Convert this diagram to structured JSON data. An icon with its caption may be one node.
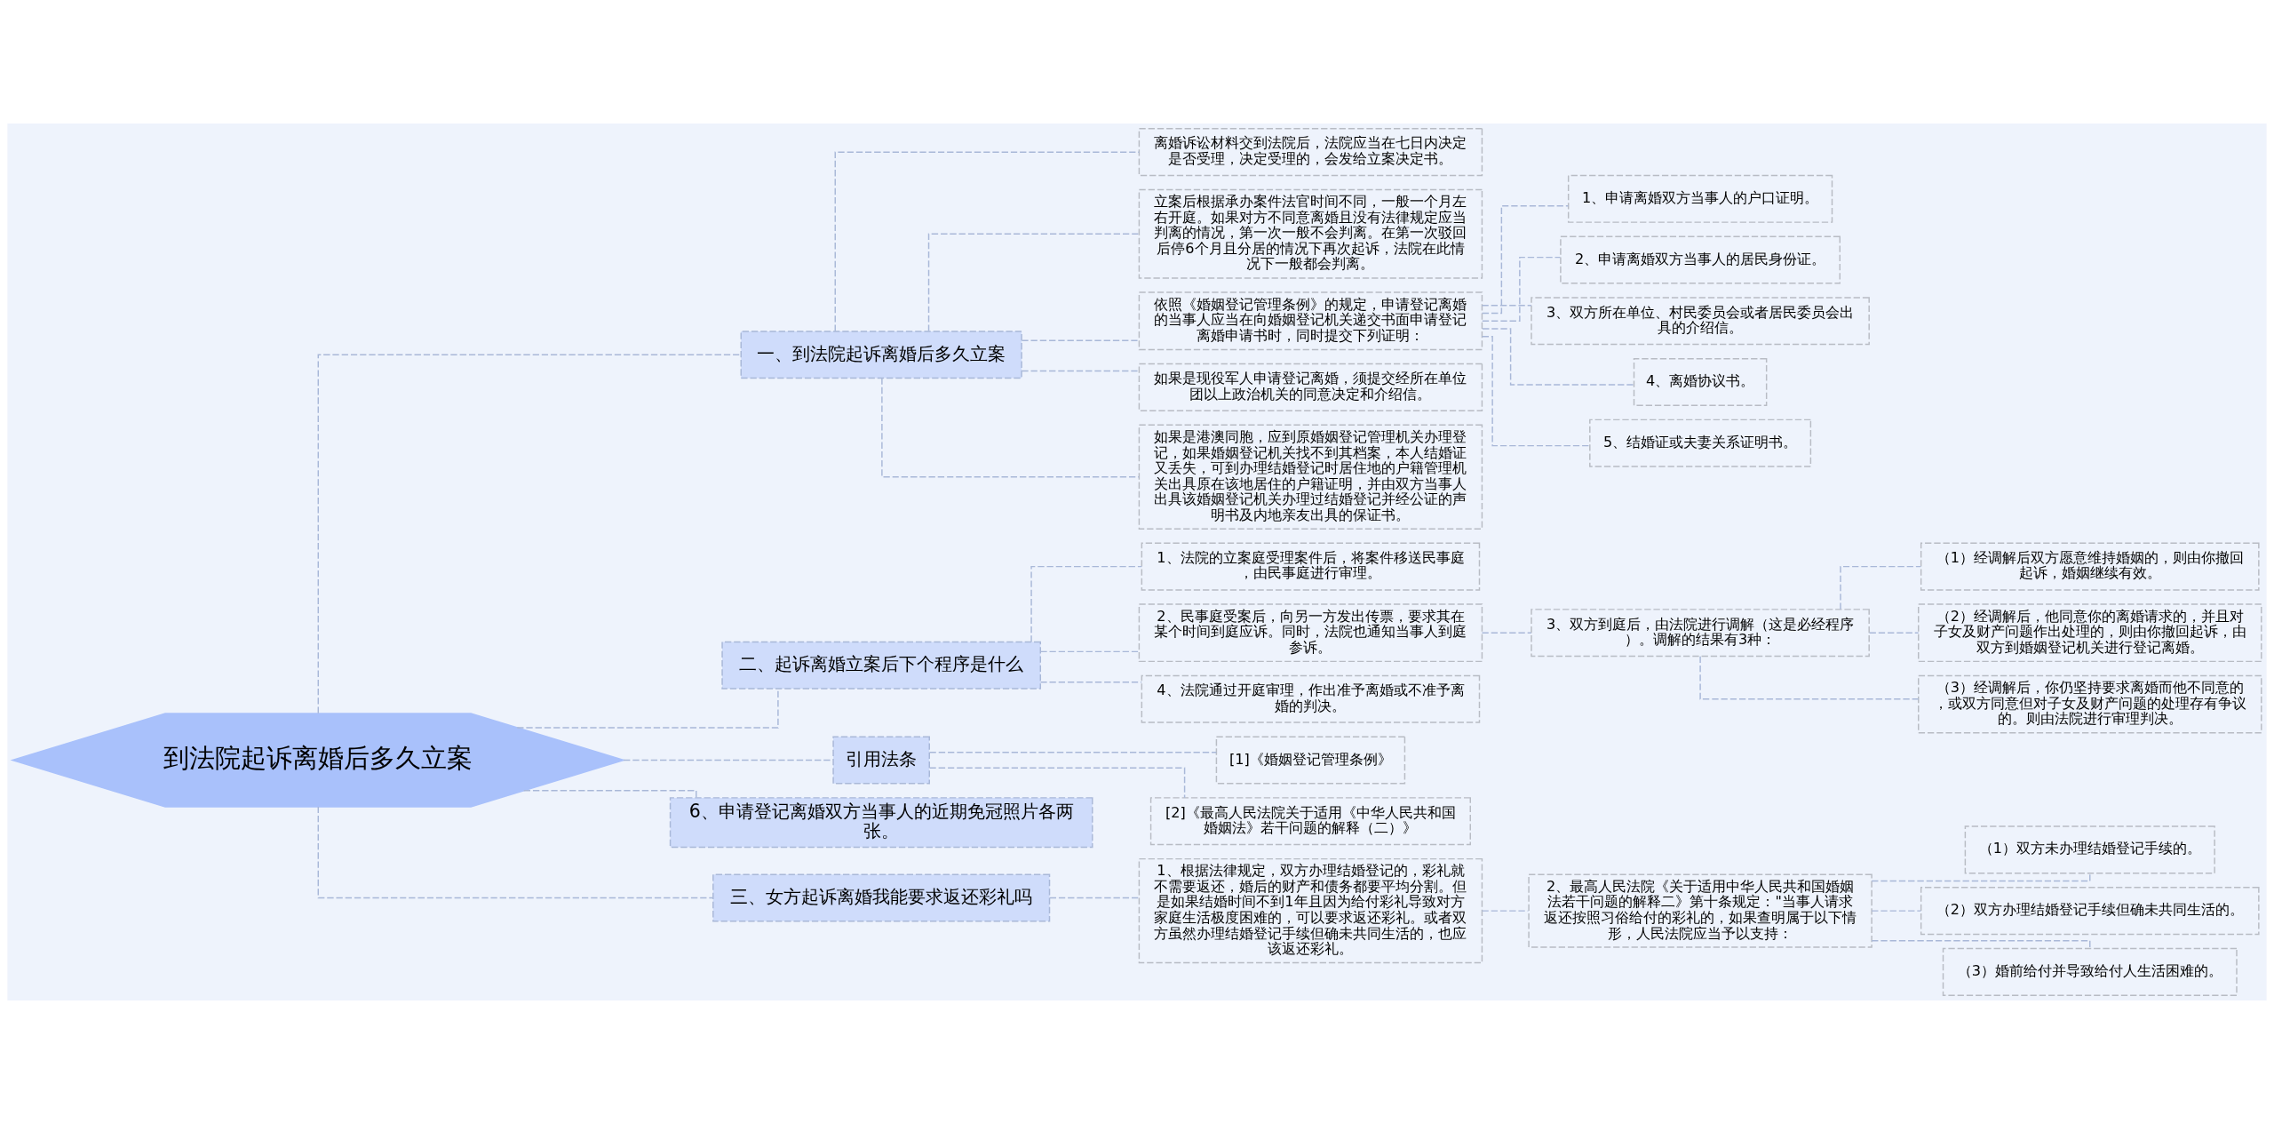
{
  "diagram": {
    "nodes": [
      {
        "text": [
          "到法院起诉离婚后多久立案"
        ]
      },
      {
        "text": [
          "一、到法院起诉离婚后多久立案"
        ]
      },
      {
        "text": [
          "离婚诉讼材料交到法院后，法院应当在七日内决定是否受理，决定受理的，会发给立案决定书。"
        ]
      },
      {
        "text": [
          "立案后根据承办案件法官时间不同，一般一个月左右开庭。如果对方不同意离婚且没有法律规定应当判离的情况，第一次一般不会判离。在第一次驳回后停6个月且分居的情况下再次起诉，法院在此情况下一般都会判离。"
        ]
      },
      {
        "text": [
          "依照《婚姻登记管理条例》的规定，申请登记离婚的当事人应当在向婚姻登记机关递交书面申请登记离婚申请书时，同时提交下列证明："
        ]
      },
      {
        "text": [
          "1、申请离婚双方当事人的户口证明。"
        ]
      },
      {
        "text": [
          "2、申请离婚双方当事人的居民身份证。"
        ]
      },
      {
        "text": [
          "3、双方所在单位、村民委员会或者居民委员会出具的介绍信。"
        ]
      },
      {
        "text": [
          "4、离婚协议书。"
        ]
      },
      {
        "text": [
          "5、结婚证或夫妻关系证明书。"
        ]
      },
      {
        "text": [
          "如果是现役军人申请登记离婚，须提交经所在单位团以上政治机关的同意决定和介绍信。"
        ]
      },
      {
        "text": [
          "如果是港澳同胞，应到原婚姻登记管理机关办理登记，如果婚姻登记机关找不到其档案，本人结婚证又丢失，可到办理结婚登记时居住地的户籍管理机关出具原在该地居住的户籍证明，并由双方当事人出具该婚姻登记机关办理过结婚登记并经公证的声明书及内地亲友出具的保证书。"
        ]
      },
      {
        "text": [
          "二、起诉离婚立案后下个程序是什么"
        ]
      },
      {
        "text": [
          "1、法院的立案庭受理案件后，将案件移送民事庭，由民事庭进行审理。"
        ]
      },
      {
        "text": [
          "2、民事庭受案后，向另一方发出传票，要求其在某个时间到庭应诉。同时，法院也通知当事人到庭参诉。"
        ]
      },
      {
        "text": [
          "3、双方到庭后，由法院进行调解（这是必经程序）。调解的结果有3种："
        ]
      },
      {
        "text": [
          "（1）经调解后双方愿意维持婚姻的，则由你撤回起诉，婚姻继续有效。"
        ]
      },
      {
        "text": [
          "（2）经调解后，他同意你的离婚请求的，并且对子女及财产问题作出处理的，则由你撤回起诉，由双方到婚姻登记机关进行登记离婚。"
        ]
      },
      {
        "text": [
          "（3）经调解后，你仍坚持要求离婚而他不同意的，或双方同意但对子女及财产问题的处理存有争议的。则由法院进行审理判决。"
        ]
      },
      {
        "text": [
          "4、法院通过开庭审理，作出准予离婚或不准予离婚的判决。"
        ]
      },
      {
        "text": [
          "引用法条"
        ]
      },
      {
        "text": [
          "[1]《婚姻登记管理条例》"
        ]
      },
      {
        "text": [
          "[2]《最高人民法院关于适用《中华人民共和国婚姻法》若干问题的解释（二）》"
        ]
      },
      {
        "text": [
          "6、申请登记离婚双方当事人的近期免冠照片各两张。"
        ]
      },
      {
        "text": [
          "三、女方起诉离婚我能要求返还彩礼吗"
        ]
      },
      {
        "text": [
          "1、根据法律规定，双方办理结婚登记的，彩礼就不需要返还，婚后的财产和债务都要平均分割。但是如果结婚时间不到1年且因为给付彩礼导致对方家庭生活极度困难的，可以要求返还彩礼。或者双方虽然办理结婚登记手续但确未共同生活的，也应该返还彩礼。"
        ]
      },
      {
        "text": [
          "2、最高人民法院《关于适用中华人民共和国婚姻法若干问题的解释二》第十条规定：\"当事人请求返还按照习俗给付的彩礼的，如果查明属于以下情形，人民法院应当予以支持："
        ]
      },
      {
        "text": [
          "（1）双方未办理结婚登记手续的。"
        ]
      },
      {
        "text": [
          "（2）双方办理结婚登记手续但确未共同生活的。"
        ]
      },
      {
        "text": [
          "（3）婚前给付并导致给付人生活困难的。"
        ]
      }
    ],
    "edges": [
      {
        "from": 0,
        "to": 1,
        "arrow": "none",
        "style": "dashed"
      },
      {
        "from": 1,
        "to": 2,
        "arrow": "none",
        "style": "dashed"
      },
      {
        "from": 1,
        "to": 3,
        "arrow": "none",
        "style": "dashed"
      },
      {
        "from": 1,
        "to": 4,
        "arrow": "none",
        "style": "dashed"
      },
      {
        "from": 4,
        "to": 5,
        "arrow": "none",
        "style": "dashed"
      },
      {
        "from": 4,
        "to": 6,
        "arrow": "none",
        "style": "dashed"
      },
      {
        "from": 4,
        "to": 7,
        "arrow": "none",
        "style": "dashed"
      },
      {
        "from": 4,
        "to": 8,
        "arrow": "none",
        "style": "dashed"
      },
      {
        "from": 4,
        "to": 9,
        "arrow": "none",
        "style": "dashed"
      },
      {
        "from": 1,
        "to": 10,
        "arrow": "none",
        "style": "dashed"
      },
      {
        "from": 1,
        "to": 11,
        "arrow": "none",
        "style": "dashed"
      },
      {
        "from": 0,
        "to": 12,
        "arrow": "none",
        "style": "dashed"
      },
      {
        "from": 12,
        "to": 13,
        "arrow": "none",
        "style": "dashed"
      },
      {
        "from": 12,
        "to": 14,
        "arrow": "none",
        "style": "dashed"
      },
      {
        "from": 14,
        "to": 15,
        "arrow": "none",
        "style": "dashed"
      },
      {
        "from": 15,
        "to": 16,
        "arrow": "none",
        "style": "dashed"
      },
      {
        "from": 15,
        "to": 17,
        "arrow": "none",
        "style": "dashed"
      },
      {
        "from": 15,
        "to": 18,
        "arrow": "none",
        "style": "dashed"
      },
      {
        "from": 12,
        "to": 19,
        "arrow": "none",
        "style": "dashed"
      },
      {
        "from": 0,
        "to": 20,
        "arrow": "none",
        "style": "dashed"
      },
      {
        "from": 20,
        "to": 21,
        "arrow": "none",
        "style": "dashed"
      },
      {
        "from": 20,
        "to": 22,
        "arrow": "none",
        "style": "dashed"
      },
      {
        "from": 0,
        "to": 23,
        "arrow": "none",
        "style": "dashed"
      },
      {
        "from": 0,
        "to": 24,
        "arrow": "none",
        "style": "dashed"
      },
      {
        "from": 24,
        "to": 25,
        "arrow": "none",
        "style": "dashed"
      },
      {
        "from": 25,
        "to": 26,
        "arrow": "none",
        "style": "dashed"
      },
      {
        "from": 26,
        "to": 27,
        "arrow": "none",
        "style": "dashed"
      },
      {
        "from": 26,
        "to": 28,
        "arrow": "none",
        "style": "dashed"
      },
      {
        "from": 26,
        "to": 29,
        "arrow": "none",
        "style": "dashed"
      }
    ]
  }
}
